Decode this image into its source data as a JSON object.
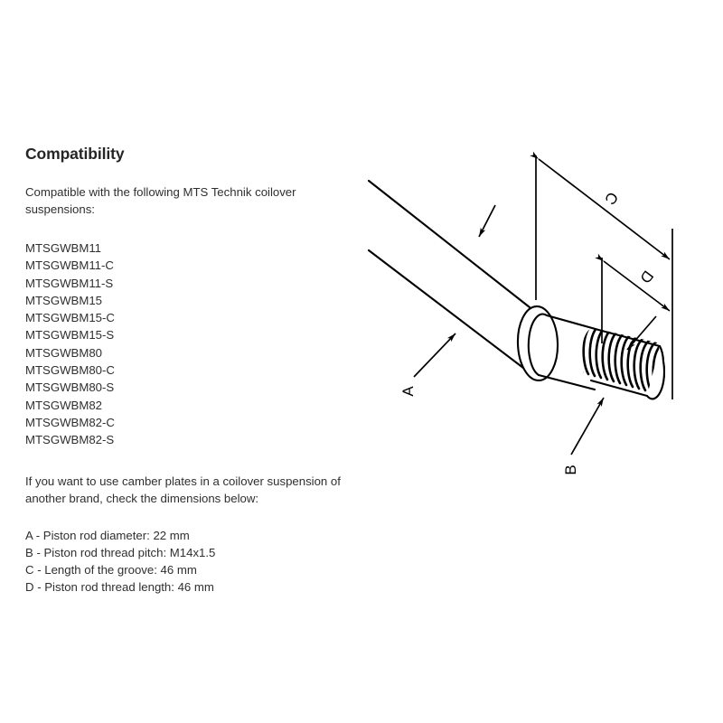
{
  "section": {
    "title": "Compatibility",
    "intro": "Compatible with the following MTS Technik coilover suspensions:",
    "note": "If you want to use camber plates in a coilover suspension of another brand, check the dimensions below:"
  },
  "compatible_models": [
    "MTSGWBM11",
    "MTSGWBM11-C",
    "MTSGWBM11-S",
    "MTSGWBM15",
    "MTSGWBM15-C",
    "MTSGWBM15-S",
    "MTSGWBM80",
    "MTSGWBM80-C",
    "MTSGWBM80-S",
    "MTSGWBM82",
    "MTSGWBM82-C",
    "MTSGWBM82-S"
  ],
  "specs": [
    "A - Piston rod diameter: 22 mm",
    "B - Piston rod thread pitch: M14x1.5",
    "C - Length of the groove: 46 mm",
    "D - Piston rod thread length: 46 mm"
  ],
  "diagram": {
    "labels": {
      "a": "A",
      "b": "B",
      "c": "C",
      "d": "D"
    },
    "line_color": "#000000",
    "fill_color": "#ffffff"
  }
}
